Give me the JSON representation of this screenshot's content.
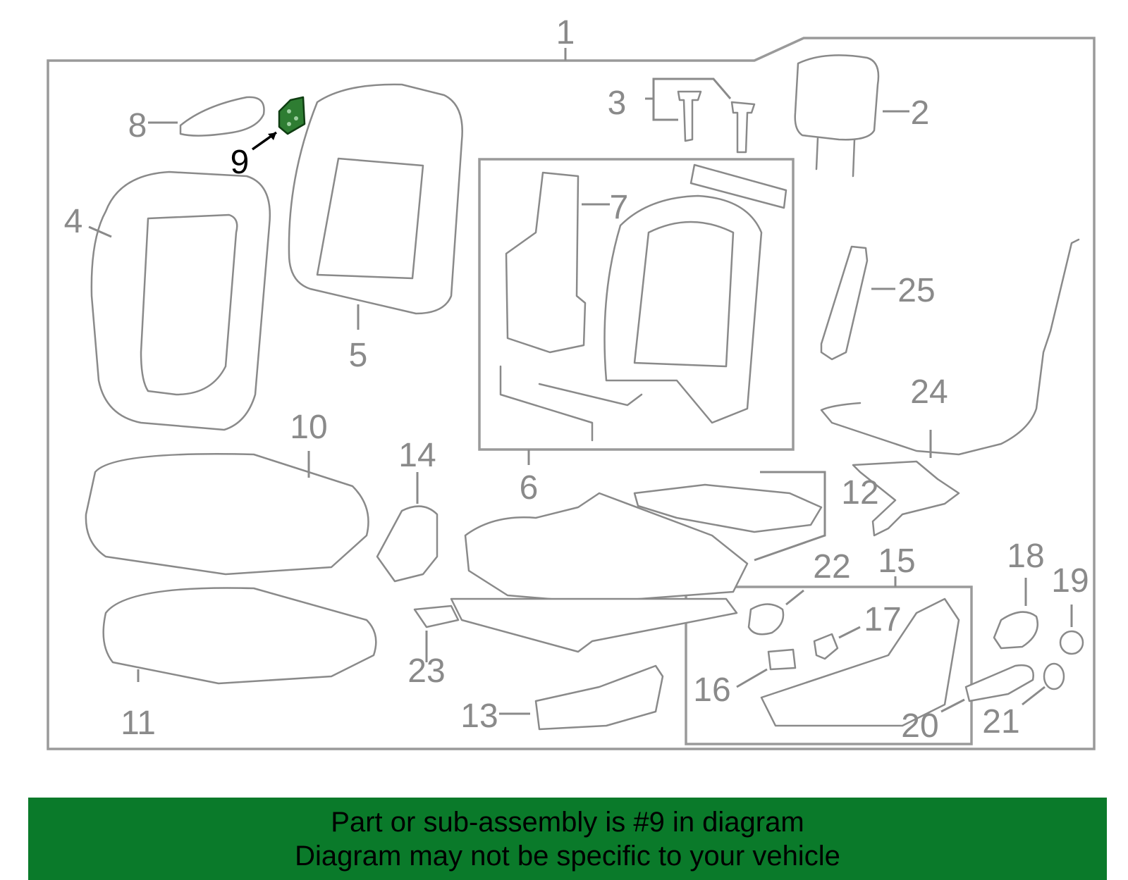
{
  "diagram": {
    "highlight_callout": "9",
    "colors": {
      "line": "#8a8a8a",
      "highlight": "#2e7d32",
      "banner": "#0a7a2a"
    },
    "callouts": [
      "1",
      "2",
      "3",
      "4",
      "5",
      "6",
      "7",
      "8",
      "9",
      "10",
      "11",
      "12",
      "13",
      "14",
      "15",
      "16",
      "17",
      "18",
      "19",
      "20",
      "21",
      "22",
      "23",
      "24",
      "25"
    ]
  },
  "banner": {
    "line1": "Part or sub-assembly is #9 in diagram",
    "line2": "Diagram may not be specific to your vehicle"
  }
}
